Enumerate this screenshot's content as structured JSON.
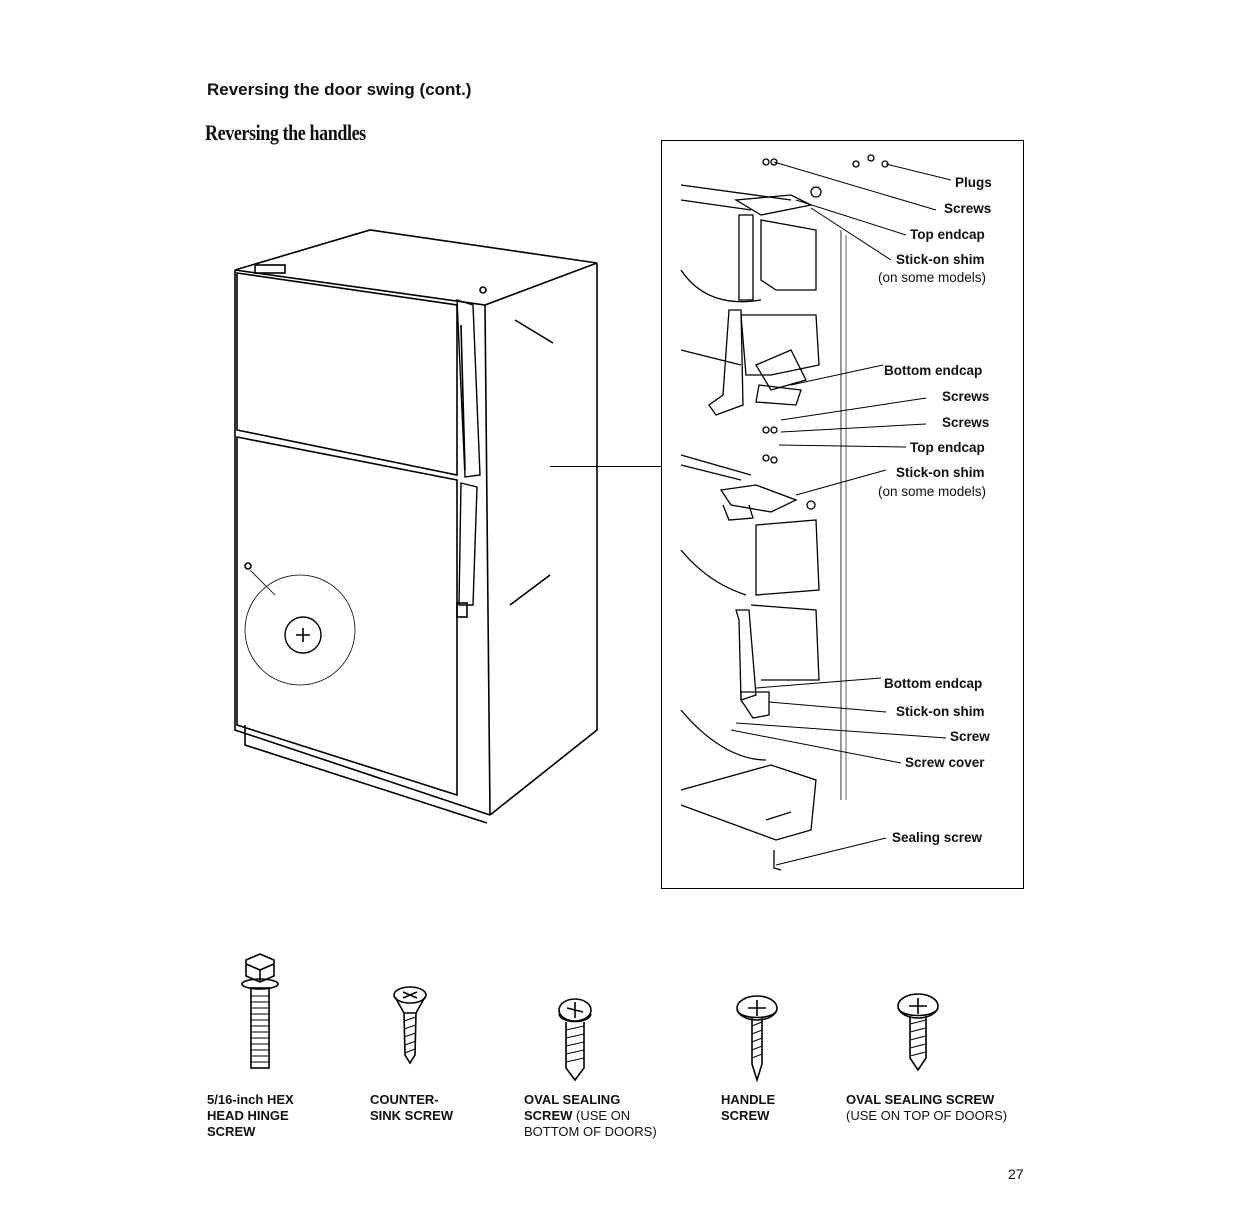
{
  "header": {
    "section": "Reversing the door swing (cont.)",
    "title": "Reversing the handles"
  },
  "callouts": {
    "plugs": "Plugs",
    "screws_1": "Screws",
    "top_endcap_1": "Top endcap",
    "stick_on_shim_1": "Stick-on shim",
    "some_models_1": "(on some models)",
    "bottom_endcap_1": "Bottom endcap",
    "screws_2": "Screws",
    "screws_3": "Screws",
    "top_endcap_2": "Top endcap",
    "stick_on_shim_2": "Stick-on shim",
    "some_models_2": "(on some models)",
    "bottom_endcap_2": "Bottom endcap",
    "stick_on_shim_3": "Stick-on shim",
    "screw": "Screw",
    "screw_cover": "Screw cover",
    "sealing_screw": "Sealing screw"
  },
  "screw_legend": [
    {
      "line1": "5/16-inch HEX",
      "line2": "HEAD HINGE",
      "line3": "SCREW"
    },
    {
      "line1": "COUNTER-",
      "line2": "SINK SCREW"
    },
    {
      "line1": "OVAL SEALING",
      "line2_bold": "SCREW",
      "line2_plain": " (USE ON",
      "line3": "BOTTOM OF DOORS)"
    },
    {
      "line1": "HANDLE",
      "line2": "SCREW"
    },
    {
      "line1": "OVAL SEALING SCREW",
      "line2": "(USE ON TOP OF DOORS)"
    }
  ],
  "page_number": "27"
}
